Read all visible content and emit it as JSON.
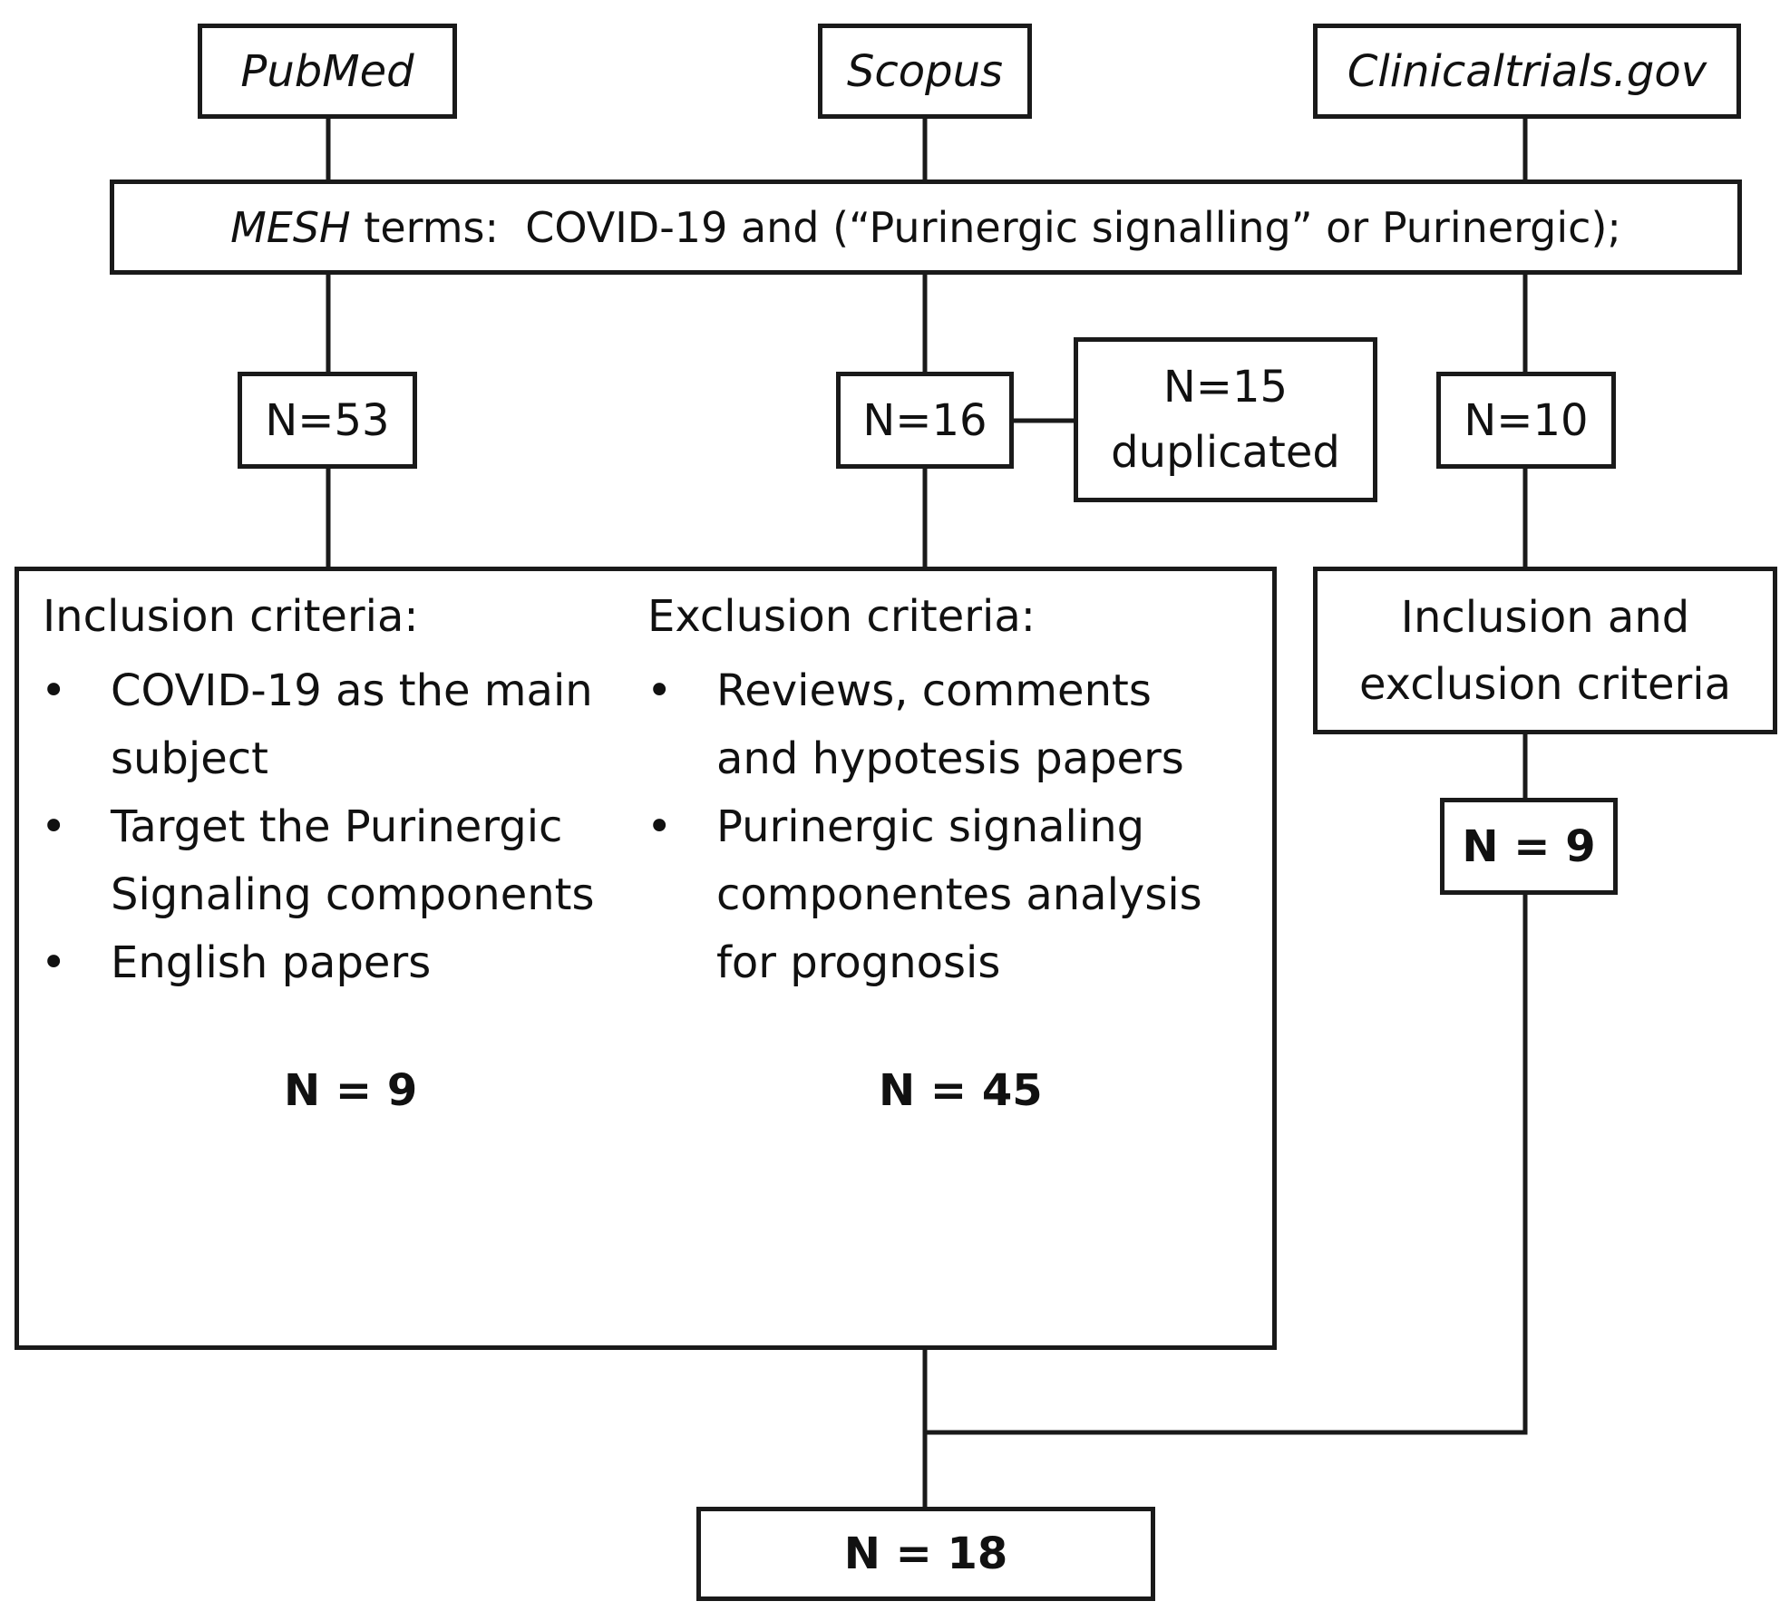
{
  "sources": {
    "pubmed": "PubMed",
    "scopus": "Scopus",
    "clinicaltrials": "Clinicaltrials.gov"
  },
  "search": {
    "mesh_italic": "MESH",
    "terms": " terms:  COVID-19 and (“Purinergic signalling” or Purinergic);"
  },
  "counts": {
    "pubmed": "N=53",
    "scopus": "N=16",
    "duplicated_n": "N=15",
    "duplicated_label": "duplicated",
    "clinicaltrials": "N=10"
  },
  "screening": {
    "inclusion_title": "Inclusion criteria:",
    "inclusion_items": [
      "COVID-19 as the main subject",
      "Target the Purinergic Signaling components",
      "English papers"
    ],
    "inclusion_n": "N = 9",
    "exclusion_title": "Exclusion criteria:",
    "exclusion_items": [
      "Reviews, comments and hypotesis papers",
      "Purinergic signaling componentes analysis for prognosis"
    ],
    "exclusion_n": "N = 45"
  },
  "clinical_screening": {
    "label_line1": "Inclusion and",
    "label_line2": "exclusion criteria",
    "n": "N = 9"
  },
  "final": {
    "n": "N = 18"
  }
}
